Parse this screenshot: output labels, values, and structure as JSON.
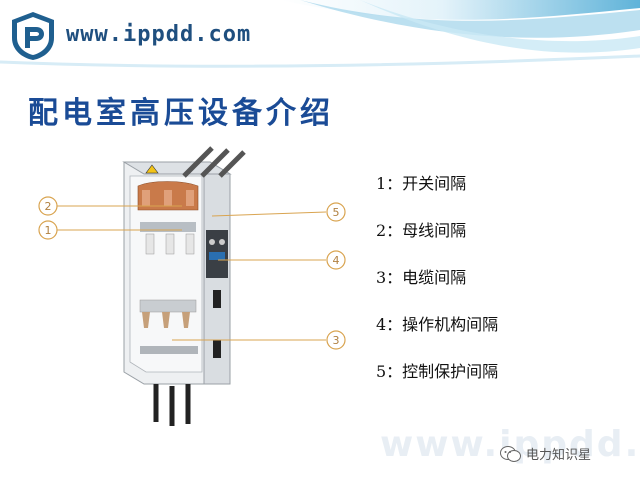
{
  "header": {
    "site_url": "www.ippdd.com"
  },
  "slide": {
    "title": "配电室高压设备介绍"
  },
  "figure": {
    "callouts": [
      "1",
      "2",
      "3",
      "4",
      "5"
    ]
  },
  "legend": {
    "items": [
      "1：开关间隔",
      "2：母线间隔",
      "3：电缆间隔",
      "4：操作机构间隔",
      "5：控制保护间隔"
    ]
  },
  "watermark": {
    "text": "www.ippdd.c",
    "badge": "电力知识星"
  },
  "colors": {
    "title": "#1a4b96",
    "url": "#1f4f7f",
    "callout": "#d9a450",
    "band": "#6fb8d8"
  }
}
